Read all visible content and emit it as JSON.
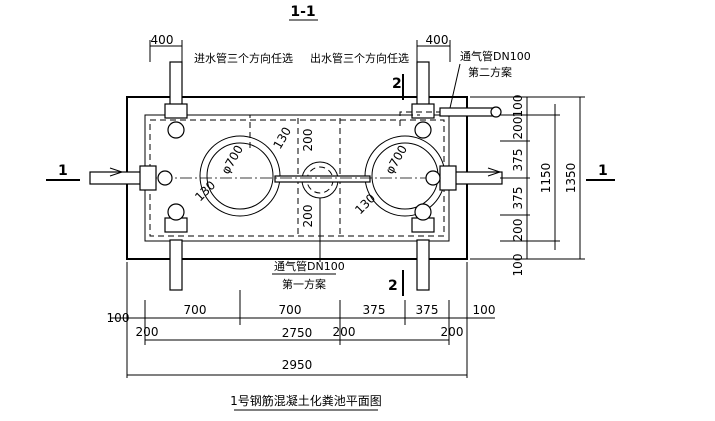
{
  "section_title": "1-1",
  "drawing_title": "1号钢筋混凝土化粪池平面图",
  "annotations": {
    "inlet_note": "进水管三个方向任选",
    "outlet_note": "出水管三个方向任选",
    "vent_top": "通气管DN100",
    "vent_top_scheme": "第二方案",
    "vent_bottom": "通气管DN100",
    "vent_bottom_scheme": "第一方案"
  },
  "section_marks": {
    "left": "1",
    "right": "1",
    "top": "2",
    "bottom": "2"
  },
  "dimensions": {
    "top_left": "400",
    "top_right": "400",
    "right_100_top": "100",
    "right_200_top": "200",
    "right_375_a": "375",
    "right_375_b": "375",
    "right_200_bottom": "200",
    "right_100_bottom": "100",
    "right_1150": "1150",
    "right_1350": "1350",
    "phi_left": "φ700",
    "phi_right": "φ700",
    "d130_a": "130",
    "d130_b": "130",
    "d130_c": "130",
    "d200_top": "200",
    "d200_mid": "200",
    "bottom_100_left": "100",
    "bottom_200_left": "200",
    "bottom_700_a": "700",
    "bottom_700_b": "700",
    "bottom_200_mid": "200",
    "bottom_375_a": "375",
    "bottom_375_b": "375",
    "bottom_200_right": "200",
    "bottom_100_right": "100",
    "bottom_2750": "2750",
    "bottom_2950": "2950"
  }
}
